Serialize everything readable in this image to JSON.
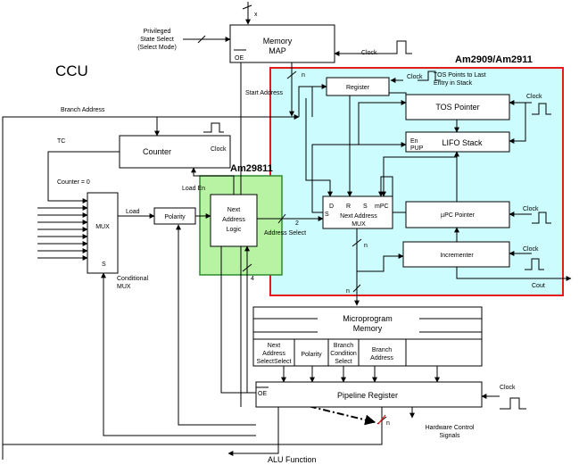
{
  "title": "CCU",
  "regions": {
    "am2909": "Am2909/Am2911",
    "am29811": "Am29811",
    "tos_note": [
      "TOS Points to Last",
      "Entry in Stack"
    ]
  },
  "blocks": {
    "memory_map": [
      "Memory",
      "MAP"
    ],
    "memory_map_oe": "OE",
    "register": "Register",
    "tos_pointer": "TOS Pointer",
    "lifo_stack": "LIFO Stack",
    "lifo_en": "En",
    "lifo_pup": "PUP",
    "counter": "Counter",
    "mux": "MUX",
    "mux_s": "S",
    "polarity": "Polarity",
    "next_address_logic": [
      "Next",
      "Address",
      "Logic"
    ],
    "next_address_mux": [
      "Next Address",
      "MUX"
    ],
    "mux_inputs": [
      "D",
      "R",
      "S",
      "mPC"
    ],
    "mux_s_left": "S",
    "upc_pointer": "µPC Pointer",
    "incrementer": "Incrementer",
    "microprogram_memory": [
      "Microprogram",
      "Memory"
    ],
    "fields": [
      [
        "Next",
        "Address",
        "SelectSelect"
      ],
      [
        "Polarity"
      ],
      [
        "Branch",
        "Condition",
        "Select"
      ],
      [
        "Branch",
        "Address"
      ]
    ],
    "pipeline_register": "Pipeline Register",
    "pipeline_oe": "OE"
  },
  "labels": {
    "x": "x",
    "privileged": [
      "Privileged",
      "State Select",
      "(Select Mode)"
    ],
    "clock": "Clock",
    "start_address": "Start Address",
    "branch_address": "Branch Address",
    "tc": "TC",
    "counter_zero": "Counter = 0",
    "load": "Load",
    "load_en": "Load  En",
    "address_select": "Address Select",
    "two": "2",
    "four": "4",
    "n": "n",
    "conditional_mux": [
      "Conditional",
      "MUX"
    ],
    "cout": "Cout",
    "hardware_control": [
      "Hardware Control",
      "Signals"
    ],
    "alu_function": "ALU Function"
  }
}
